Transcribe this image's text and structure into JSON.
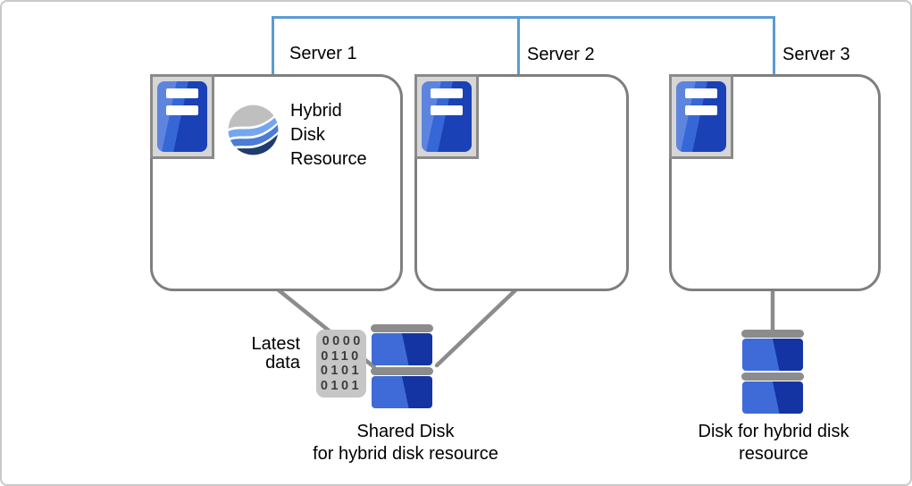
{
  "diagram": {
    "type": "cluster-architecture",
    "colors": {
      "interconnect_blue": "#5B9BD5",
      "storage_link_gray": "#8C8C8C",
      "box_border_gray": "#7F7F7F",
      "server_icon_frame": "#D6D6D6",
      "server_icon_blue_light": "#3667D6",
      "server_icon_blue_dark": "#1A41B5",
      "disk_blue_light": "#3E6BD8",
      "disk_blue_dark": "#1434A4",
      "wave_gray": "#BFBFBF",
      "wave_light_blue": "#76A6EC",
      "wave_mid_blue": "#4B7CD6",
      "wave_navy": "#1E3C6E",
      "binary_card_gray": "#C6C6C6"
    }
  },
  "servers": [
    {
      "label": "Server 1",
      "icon": "server-icon",
      "resource": {
        "icon": "hybrid-disk-resource-icon",
        "name": "Hybrid\nDisk\nResource"
      }
    },
    {
      "label": "Server 2",
      "icon": "server-icon"
    },
    {
      "label": "Server 3",
      "icon": "server-icon"
    }
  ],
  "shared_disk": {
    "icon": "shared-disk-icon",
    "label": "Shared Disk\nfor hybrid disk resource",
    "annotation": "Latest\ndata",
    "binary_icon": "binary-data-icon",
    "binary_data": "0000\n0110\n0101\n0101"
  },
  "hybrid_disk": {
    "icon": "disk-icon",
    "label": "Disk for hybrid disk\nresource"
  }
}
